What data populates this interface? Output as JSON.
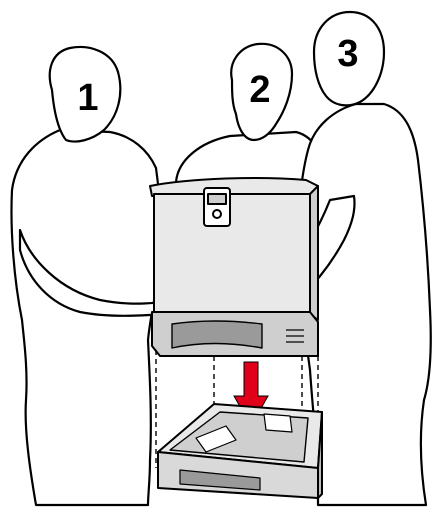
{
  "people": [
    {
      "label": "1"
    },
    {
      "label": "2"
    },
    {
      "label": "3"
    }
  ],
  "colors": {
    "outline": "#000000",
    "printer_light": "#e9e9e9",
    "printer_mid": "#cfcfcf",
    "printer_dark": "#9a9a9a",
    "arrow": "#e0001a"
  },
  "icons": [
    "lift-down-arrow",
    "alignment-guide-lines"
  ]
}
